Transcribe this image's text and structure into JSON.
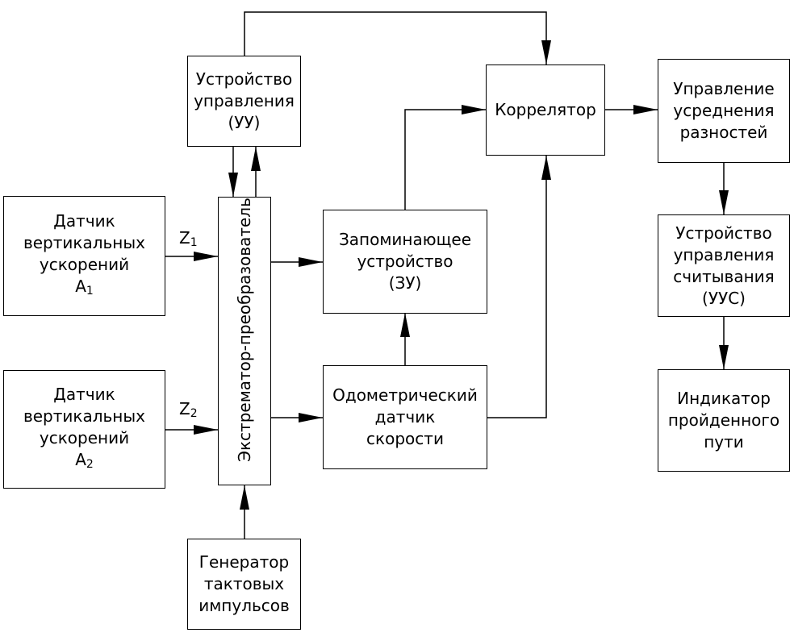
{
  "blocks": {
    "control_unit": {
      "lines": [
        "Устройство",
        "управления",
        "(УУ)"
      ]
    },
    "sensor_1": {
      "lines": [
        "Датчик",
        "вертикальных",
        "ускорений"
      ],
      "letter": "A",
      "index": "1"
    },
    "sensor_2": {
      "lines": [
        "Датчик",
        "вертикальных",
        "ускорений"
      ],
      "letter": "A",
      "index": "2"
    },
    "extremator": {
      "label": "Экстрематор-преобразователь"
    },
    "memory": {
      "lines": [
        "Запоминающее",
        "устройство",
        "(ЗУ)"
      ]
    },
    "odometer": {
      "lines": [
        "Одометрический",
        "датчик",
        "скорости"
      ]
    },
    "correlator": {
      "lines": [
        "Коррелятор"
      ]
    },
    "averaging": {
      "lines": [
        "Управление",
        "усреднения",
        "разностей"
      ]
    },
    "reading_unit": {
      "lines": [
        "Устройство",
        "управления",
        "считывания",
        "(УУС)"
      ]
    },
    "indicator": {
      "lines": [
        "Индикатор",
        "пройденного",
        "пути"
      ]
    },
    "clock": {
      "lines": [
        "Генератор",
        "тактовых",
        "импульсов"
      ]
    }
  },
  "signals": {
    "z1": {
      "letter": "Z",
      "index": "1"
    },
    "z2": {
      "letter": "Z",
      "index": "2"
    }
  }
}
